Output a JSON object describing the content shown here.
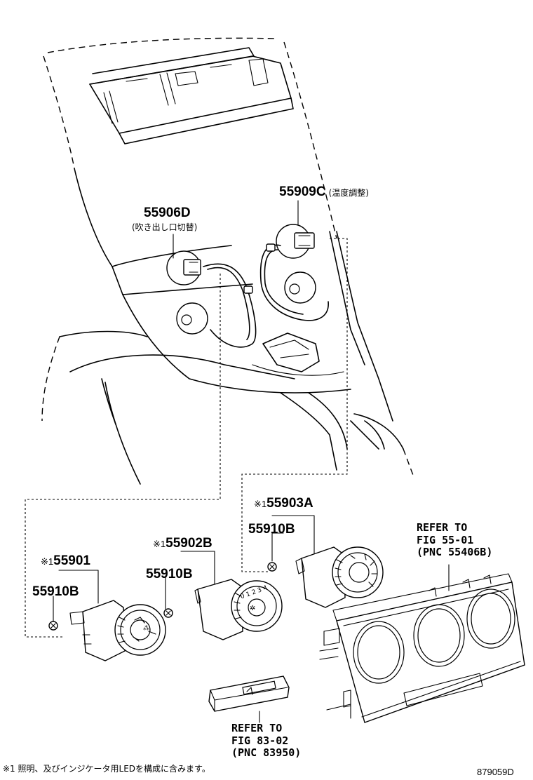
{
  "diagram": {
    "parts": [
      {
        "id": "p55909C",
        "number": "55909C",
        "note": "(温度調整)"
      },
      {
        "id": "p55906D",
        "number": "55906D",
        "note": "(吹き出し口切替)"
      },
      {
        "id": "p55903A",
        "mark": "※1",
        "number": "55903A"
      },
      {
        "id": "p55910B_a",
        "number": "55910B"
      },
      {
        "id": "p55902B",
        "mark": "※1",
        "number": "55902B"
      },
      {
        "id": "p55910B_b",
        "number": "55910B"
      },
      {
        "id": "p55901",
        "mark": "※1",
        "number": "55901"
      },
      {
        "id": "p55910B_c",
        "number": "55910B"
      }
    ],
    "references": [
      {
        "id": "ref_panel",
        "lines": [
          "REFER TO",
          "FIG 55-01",
          "(PNC 55406B)"
        ]
      },
      {
        "id": "ref_switch",
        "lines": [
          "REFER TO",
          "FIG 83-02",
          "(PNC 83950)"
        ]
      }
    ],
    "knob_labels": {
      "fan_digits": "0 1 2 3 4"
    },
    "footnote": "※1 照明、及びインジケータ用LEDを構成に含みます。",
    "figure_code": "879059D"
  }
}
